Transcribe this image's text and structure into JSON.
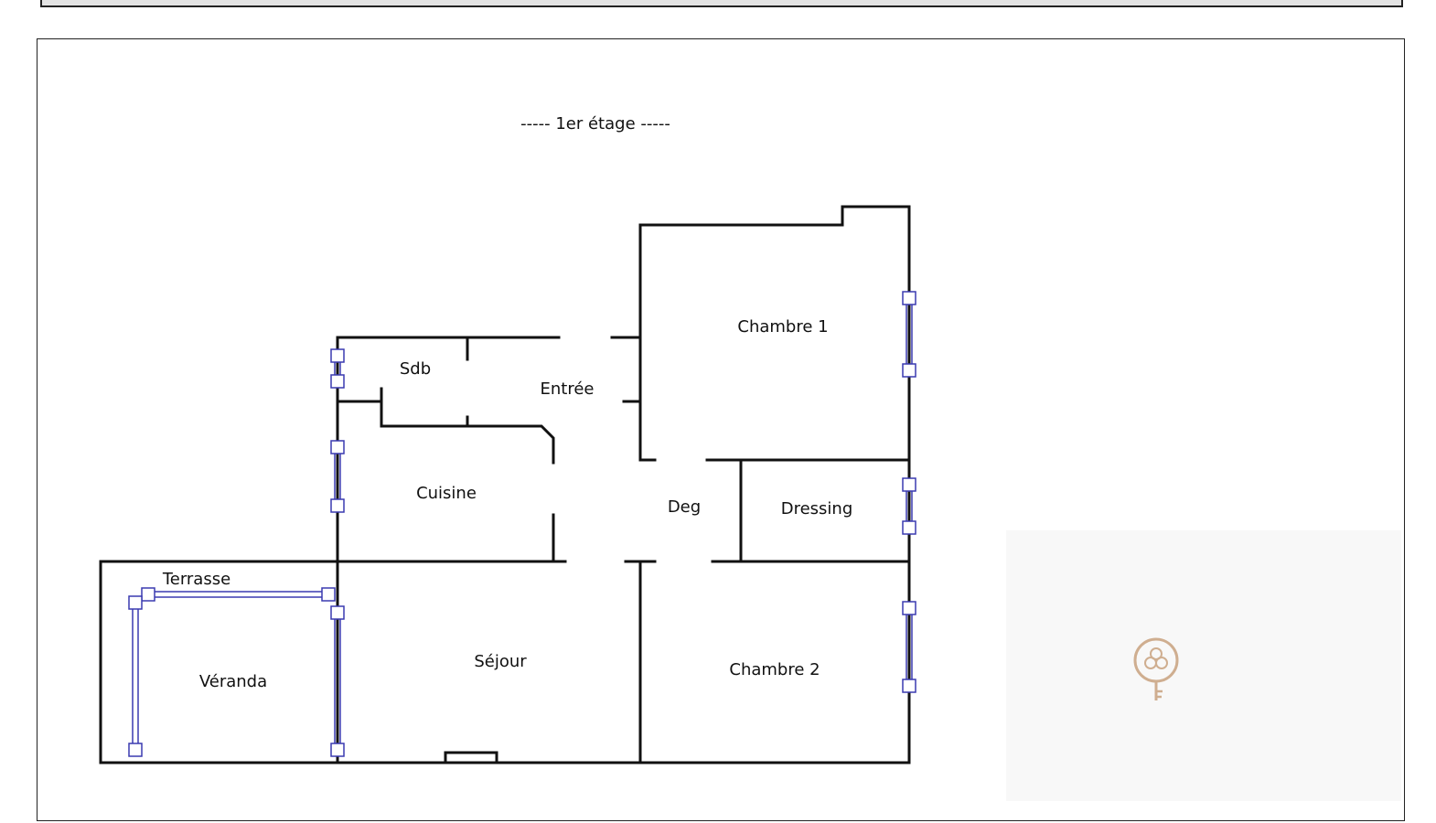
{
  "floor_title": "-----  1er étage  -----",
  "rooms": {
    "chambre1": "Chambre 1",
    "sdb": "Sdb",
    "entree": "Entrée",
    "cuisine": "Cuisine",
    "deg": "Deg",
    "dressing": "Dressing",
    "terrasse": "Terrasse",
    "veranda": "Véranda",
    "sejour": "Séjour",
    "chambre2": "Chambre 2"
  },
  "colors": {
    "walls": "#111111",
    "windows": "#3a3ab0",
    "logo": "#c9a27e"
  },
  "watermark": {
    "icon": "key-logo-icon"
  }
}
